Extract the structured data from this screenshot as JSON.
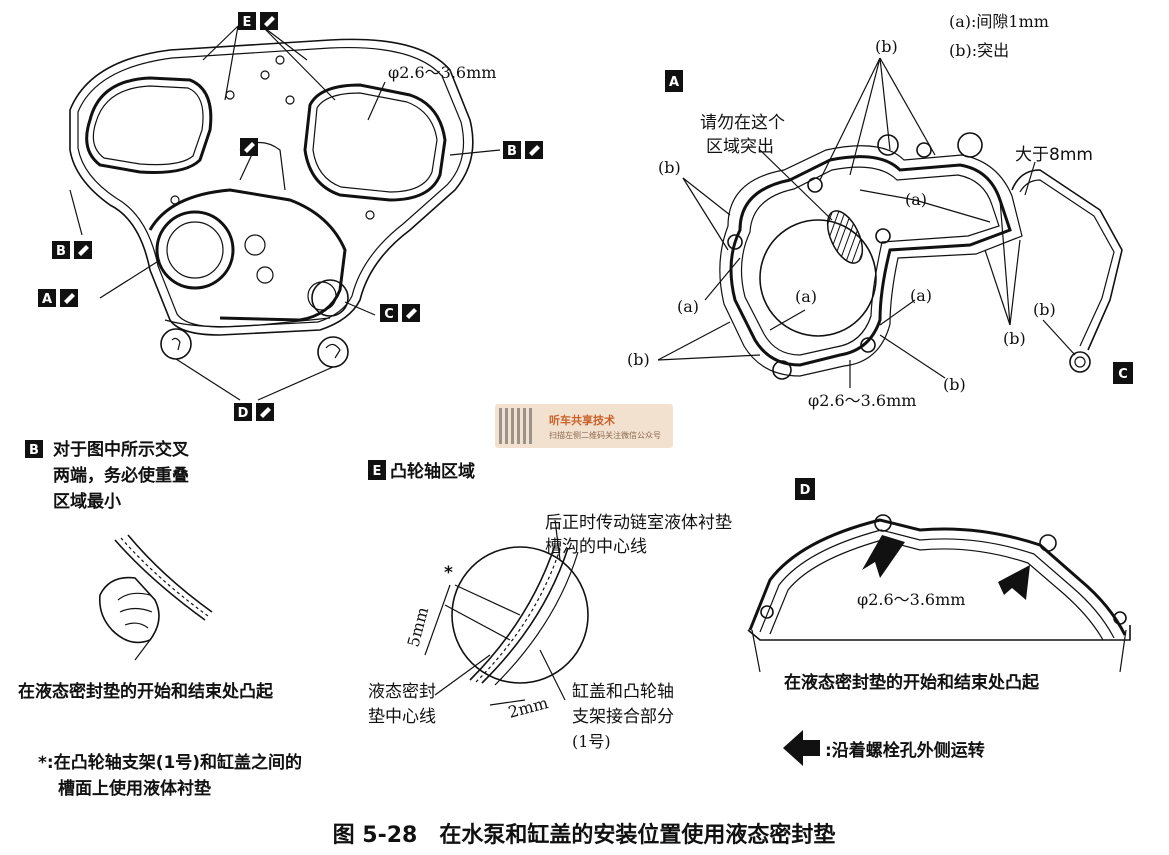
{
  "labels": {
    "letter_a": "A",
    "letter_b": "B",
    "letter_c": "C",
    "letter_d": "D",
    "letter_e": "E"
  },
  "top_left": {
    "phi_range": "φ2.6～3.6mm"
  },
  "panel_a": {
    "legend_a": "(a):间隙1mm",
    "legend_b": "(b):突出",
    "tag_a": "(a)",
    "tag_b": "(b)",
    "no_protrude_line1": "请勿在这个",
    "no_protrude_line2": "区域突出",
    "more_than": "大于8mm",
    "phi_range": "φ2.6～3.6mm"
  },
  "note_b": {
    "line1": "对于图中所示交叉",
    "line2": "两端，务必使重叠",
    "line3": "区域最小"
  },
  "note_e": {
    "title": "凸轮轴区域"
  },
  "detail_b": {
    "caption": "在液态密封垫的开始和结束处凸起"
  },
  "detail_e": {
    "groove_line1": "后正时传动链室液体衬垫",
    "groove_line2": "槽沟的中心线",
    "seal_line1": "液态密封",
    "seal_line2": "垫中心线",
    "joint_line1": "缸盖和凸轮轴",
    "joint_line2": "支架接合部分",
    "joint_line3": "(1号)",
    "dim_5": "5mm",
    "dim_2": "2mm",
    "star": "*"
  },
  "footnote": {
    "line1": "*:在凸轮轴支架(1号)和缸盖之间的",
    "line2": "槽面上使用液体衬垫"
  },
  "panel_d": {
    "phi_range": "φ2.6～3.6mm",
    "caption": "在液态密封垫的开始和结束处凸起"
  },
  "arrow_legend": {
    "text": ":沿着螺栓孔外侧运转"
  },
  "watermark": {
    "title": "听车共享技术",
    "subtitle": "扫描左侧二维码关注微信公众号"
  },
  "figure_caption": "图 5-28　在水泵和缸盖的安装位置使用液态密封垫"
}
